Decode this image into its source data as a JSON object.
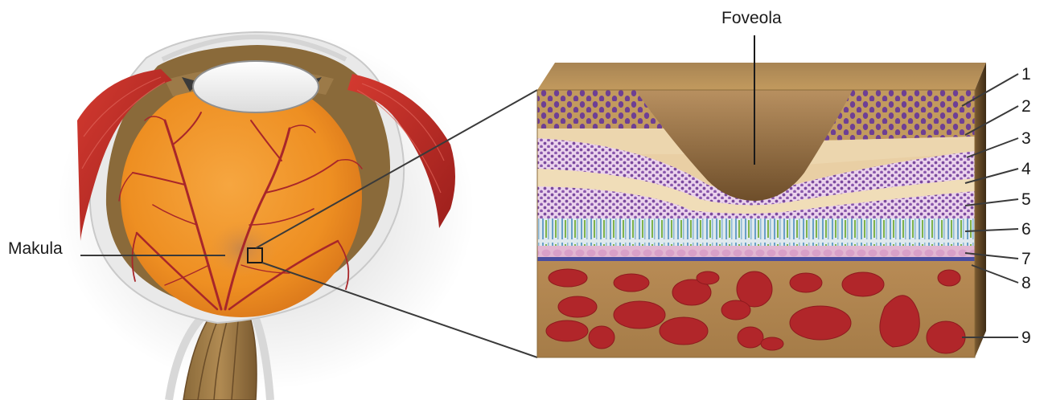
{
  "labels": {
    "foveola": "Foveola",
    "makula": "Makula"
  },
  "layer_numbers": [
    "1",
    "2",
    "3",
    "4",
    "5",
    "6",
    "7",
    "8",
    "9"
  ],
  "colors": {
    "eye_orange": "#f29a2e",
    "vessel_red": "#a8262a",
    "muscle_red": "#c8312b",
    "tissue_tan": "#c29a5e",
    "fovea_brown": "#a8845a",
    "nuclei_purple": "#7b4a9e",
    "choroid_red": "#b1262a"
  }
}
